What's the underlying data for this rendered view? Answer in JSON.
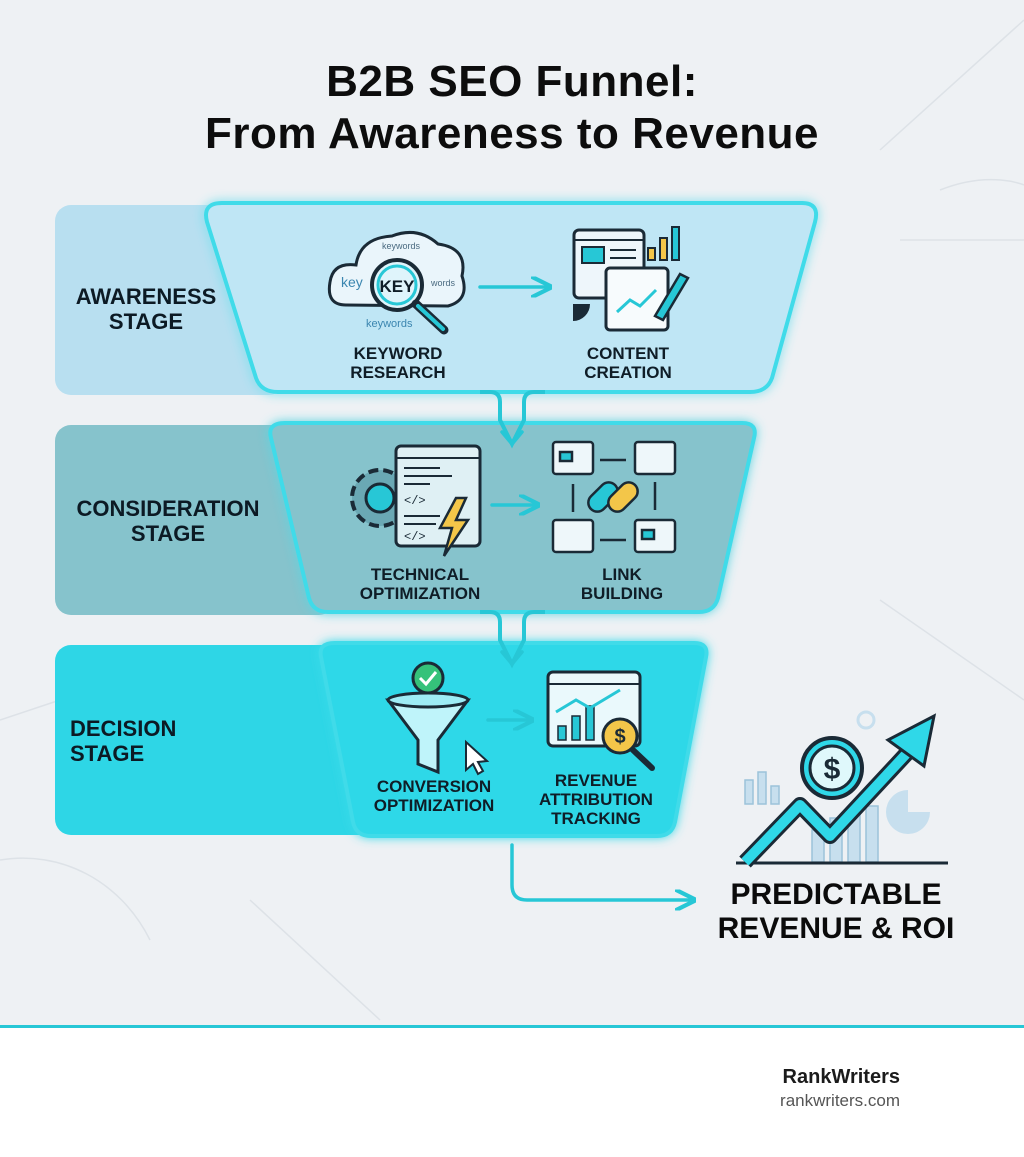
{
  "title": {
    "line1": "B2B SEO Funnel:",
    "line2": "From Awareness to Revenue"
  },
  "stages": [
    {
      "label_line1": "AWARENESS",
      "label_line2": "STAGE",
      "color": "#b8dff0"
    },
    {
      "label_line1": "CONSIDERATION",
      "label_line2": "STAGE",
      "color": "#86c3cc"
    },
    {
      "label_line1": "DECISION",
      "label_line2": "STAGE",
      "color": "#2ed6e6"
    }
  ],
  "steps": {
    "keyword_research": {
      "line1": "KEYWORD",
      "line2": "RESEARCH",
      "icon": "keyword-cloud-magnifier-icon",
      "cloud_words": [
        "keywords",
        "key",
        "KEY",
        "words",
        "keywords"
      ]
    },
    "content_creation": {
      "line1": "CONTENT",
      "line2": "CREATION",
      "icon": "content-documents-icon"
    },
    "technical_optimization": {
      "line1": "TECHNICAL",
      "line2": "OPTIMIZATION",
      "icon": "gear-code-bolt-icon"
    },
    "link_building": {
      "line1": "LINK",
      "line2": "BUILDING",
      "icon": "chain-link-icon"
    },
    "conversion_optimization": {
      "line1": "CONVERSION",
      "line2": "OPTIMIZATION",
      "icon": "funnel-check-icon"
    },
    "revenue_tracking": {
      "line1": "REVENUE",
      "line2": "ATTRIBUTION",
      "line3": "TRACKING",
      "icon": "chart-dollar-icon"
    }
  },
  "outcome": {
    "line1": "PREDICTABLE",
    "line2": "REVENUE & ROI",
    "icon": "rising-arrow-dollar-icon",
    "dollar": "$"
  },
  "footer": {
    "brand": "RankWriters",
    "site": "rankwriters.com"
  },
  "colors": {
    "accent": "#27c7d6",
    "glow": "#4fe3f2",
    "dark": "#0f2733"
  }
}
